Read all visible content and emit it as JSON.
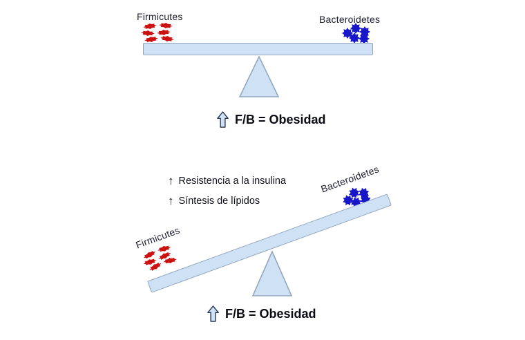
{
  "colors": {
    "plank_fill": "#cfe2f5",
    "plank_border": "#93a7bd",
    "bacteria_red": "#cc1111",
    "bacteria_blue": "#1717c9",
    "text": "#1b1b2f",
    "arrow_fill": "#cfe2f5",
    "arrow_border": "#25324f"
  },
  "icons": {
    "caption_arrow": "up-block-arrow",
    "annotation_arrow": "up-thin-arrow"
  },
  "top_diagram": {
    "left_label": "Firmicutes",
    "right_label": "Bacteroidetes",
    "caption": "F/B = Obesidad"
  },
  "bottom_diagram": {
    "left_label": "Firmicutes",
    "right_label": "Bacteroidetes",
    "annotations": [
      {
        "arrow": "↑",
        "text": "Resistencia a la insulina"
      },
      {
        "arrow": "↑",
        "text": "Síntesis de lípidos"
      }
    ],
    "caption": "F/B = Obesidad"
  }
}
